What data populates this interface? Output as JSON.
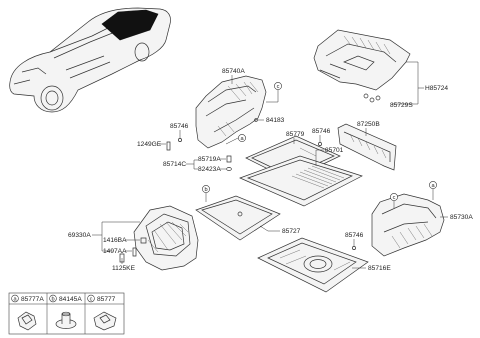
{
  "labels": {
    "p85740A": "85740A",
    "p84183": "84183",
    "p85746a": "85746",
    "p1249GE": "1249GE",
    "p85719A": "85719A",
    "p82423A": "82423A",
    "p85714C": "85714C",
    "p85779": "85779",
    "p85746b": "85746",
    "p85701": "85701",
    "p87250B": "87250B",
    "pH85724": "H85724",
    "p85729S": "85729S",
    "p69330A": "69330A",
    "p1416BA": "1416BA",
    "p1497AA": "1497AA",
    "p1125KE": "1125KE",
    "p85727": "85727",
    "p85716E": "85716E",
    "p85746c": "85746",
    "p85730A": "85730A"
  },
  "callouts": {
    "a": "a",
    "b": "b",
    "c": "c"
  },
  "legend": [
    {
      "letter": "a",
      "part": "85777A"
    },
    {
      "letter": "b",
      "part": "84145A"
    },
    {
      "letter": "c",
      "part": "85777"
    }
  ]
}
